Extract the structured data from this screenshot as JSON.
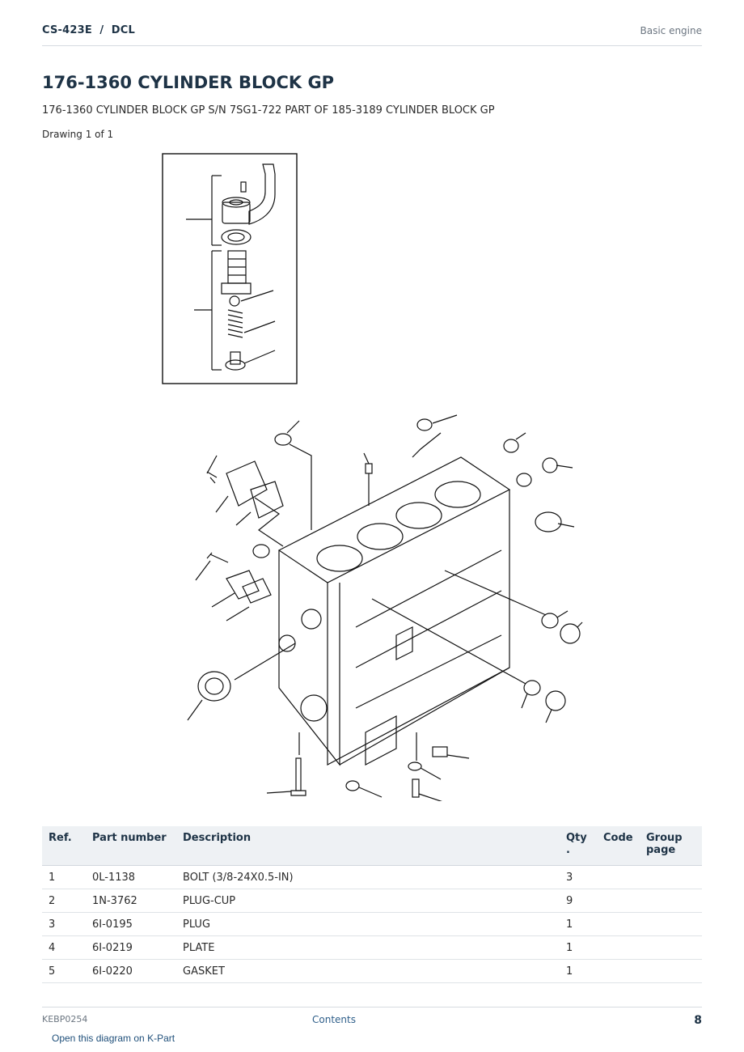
{
  "header": {
    "doc_code": "CS-423E  /  DCL",
    "section": "Basic engine"
  },
  "title": "176-1360 CYLINDER BLOCK GP",
  "subtitle": "176-1360 CYLINDER BLOCK GP S/N 7SG1-722 PART OF 185-3189 CYLINDER BLOCK GP",
  "drawing_label": "Drawing 1 of 1",
  "table": {
    "headers": {
      "ref": "Ref.",
      "part_number": "Part number",
      "description": "Description",
      "qty": "Qty .",
      "code": "Code",
      "group_page": "Group page"
    },
    "rows": [
      {
        "ref": "1",
        "part_number": "0L-1138",
        "description": "BOLT (3/8-24X0.5-IN)",
        "qty": "3",
        "code": "",
        "group_page": ""
      },
      {
        "ref": "2",
        "part_number": "1N-3762",
        "description": "PLUG-CUP",
        "qty": "9",
        "code": "",
        "group_page": ""
      },
      {
        "ref": "3",
        "part_number": "6I-0195",
        "description": "PLUG",
        "qty": "1",
        "code": "",
        "group_page": ""
      },
      {
        "ref": "4",
        "part_number": "6I-0219",
        "description": "PLATE",
        "qty": "1",
        "code": "",
        "group_page": ""
      },
      {
        "ref": "5",
        "part_number": "6I-0220",
        "description": "GASKET",
        "qty": "1",
        "code": "",
        "group_page": ""
      }
    ]
  },
  "footer": {
    "doc_id": "KEBP0254",
    "contents_link": "Contents",
    "page_number": "8"
  },
  "kpart_link": "Open this diagram on K-Part"
}
